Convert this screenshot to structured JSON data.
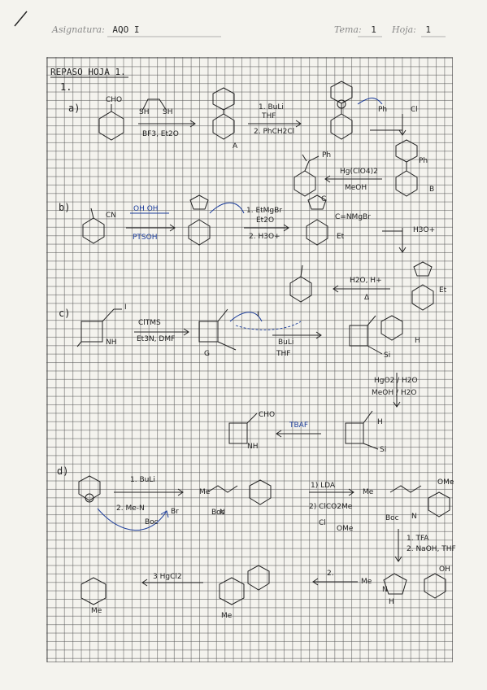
{
  "header": {
    "asignatura_label": "Asignatura:",
    "asignatura_value": "AQO I",
    "tema_label": "Tema:",
    "tema_value": "1",
    "hoja_label": "Hoja:",
    "hoja_value": "1"
  },
  "title": "REPASO HOJA 1.",
  "part_number": "1.",
  "sections": {
    "a": {
      "label": "a)",
      "cho": "CHO",
      "sh1": "SH",
      "sh2": "SH",
      "cond1": "BF3, Et2O",
      "cmpd_A": "A",
      "step2_1": "1. BuLi",
      "step2_thf": "THF",
      "step2_2": "2. PhCH2Cl",
      "ph_cl": "Ph",
      "cl": "Cl",
      "cmpd_B": "B",
      "ph": "Ph",
      "ketone_ph": "Ph",
      "hg": "Hg(ClO4)2",
      "meoh": "MeOH"
    },
    "b": {
      "label": "b)",
      "cn": "CN",
      "diol": "OH OH",
      "ptsoh": "PTSOH",
      "grignard": "1. EtMgBr",
      "et2o": "Et2O",
      "h3o": "2. H3O+",
      "cmpd_C": "C",
      "imine": "C=NMgBr",
      "et": "Et",
      "h3o_plus": "H3O+",
      "et_ketone": "Et",
      "h2o_h": "H2O, H+",
      "delta": "Δ"
    },
    "c": {
      "label": "c)",
      "i": "I",
      "nh": "NH",
      "cltms": "ClTMS",
      "et3n": "Et3N, DMF",
      "cmpd_G": "G",
      "i2": "I",
      "buli": "BuLi",
      "thf": "THF",
      "si": "Si",
      "cmpd_H": "H",
      "hgo": "HgO2 / H2O",
      "meoh_h2o": "MeOH / H2O",
      "cho": "CHO",
      "tbaf": "TBAF",
      "nh2": "NH",
      "h_ald": "H",
      "si2": "Si"
    },
    "d": {
      "label": "d)",
      "buli": "1. BuLi",
      "reagent2": "2. Me-N",
      "boc": "Boc",
      "br": "Br",
      "me": "Me",
      "n": "N",
      "boc2": "Boc",
      "lda": "1) LDA",
      "clco2me": "2) ClCO2Me",
      "cl_ome": "Cl",
      "ome": "OMe",
      "me2": "Me",
      "boc3": "Boc",
      "n2": "N",
      "ome2": "OMe",
      "tfa": "1. TFA",
      "naoh": "2. NaOH, THF",
      "step2": "2.",
      "me3": "Me",
      "n3": "N",
      "h": "H",
      "oh": "OH",
      "hgcl2": "3 HgCl2",
      "me4": "Me",
      "me5": "Me"
    }
  }
}
